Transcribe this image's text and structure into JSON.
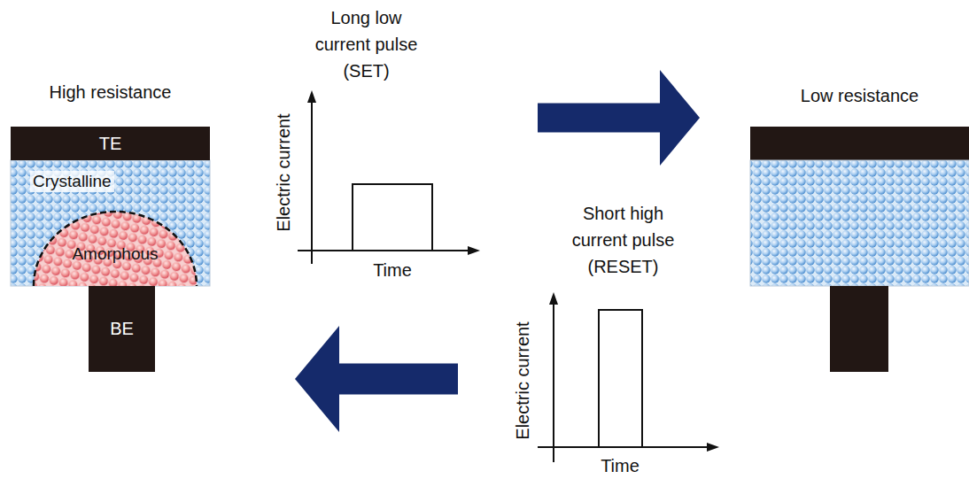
{
  "diagram": {
    "nodes": [
      {
        "text": [
          "High resistance"
        ]
      },
      {
        "text": [
          "TE"
        ],
        "in": 0
      },
      {
        "text": [
          "Crystalline"
        ],
        "in": 0
      },
      {
        "text": [
          "Amorphous"
        ],
        "in": 2
      },
      {
        "text": [
          "BE"
        ],
        "in": 0
      },
      {
        "text": [
          "Low resistance"
        ]
      }
    ],
    "edges": [
      {
        "from": 0,
        "to": 5,
        "arrow": "to"
      },
      {
        "from": 5,
        "to": 0,
        "arrow": "to"
      }
    ],
    "labels": [
      "Long low current pulse (SET)",
      "Electric current",
      "Time",
      "Short high current pulse (RESET)",
      "Electric current",
      "Time"
    ]
  }
}
